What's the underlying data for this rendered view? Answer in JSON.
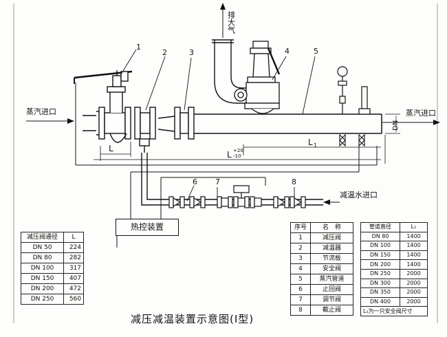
{
  "labels": {
    "exhaust": "排大气",
    "steam_in": "蒸汽进口",
    "steam_out": "蒸汽进口",
    "water_in": "减温水进口",
    "dn": "DN",
    "l": "L",
    "l1": "L",
    "l1_sub": "1",
    "l_tol": "L",
    "tol_plus": "+20",
    "tol_minus": "-10",
    "thermal_control": "热控装置",
    "callouts": [
      "1",
      "2",
      "3",
      "4",
      "5",
      "6",
      "7",
      "8"
    ]
  },
  "table_left": {
    "header": [
      "减压阀通径",
      "L"
    ],
    "rows": [
      [
        "DN 50",
        "224"
      ],
      [
        "DN 80",
        "282"
      ],
      [
        "DN 100",
        "317"
      ],
      [
        "DN 150",
        "407"
      ],
      [
        "DN 200",
        "472"
      ],
      [
        "DN 250",
        "560"
      ]
    ]
  },
  "table_mid": {
    "header": [
      "序号",
      "名　称"
    ],
    "rows": [
      [
        "1",
        "减压阀"
      ],
      [
        "2",
        "减温器"
      ],
      [
        "3",
        "节流板"
      ],
      [
        "4",
        "安全阀"
      ],
      [
        "5",
        "蒸汽管道"
      ],
      [
        "6",
        "止回阀"
      ],
      [
        "7",
        "调节阀"
      ],
      [
        "8",
        "截止阀"
      ]
    ]
  },
  "table_right": {
    "header": [
      "管道直径",
      "L₁"
    ],
    "rows": [
      [
        "DN 80",
        "1400"
      ],
      [
        "DN 100",
        "1400"
      ],
      [
        "DN 150",
        "1400"
      ],
      [
        "DN 200",
        "1400"
      ],
      [
        "DN 250",
        "2000"
      ],
      [
        "DN 300",
        "2000"
      ],
      [
        "DN 350",
        "2000"
      ],
      [
        "DN 400",
        "2000"
      ]
    ],
    "note": "L₁为一只安全阀尺寸"
  },
  "caption": "减压减温装置示意图(Ⅰ型)"
}
